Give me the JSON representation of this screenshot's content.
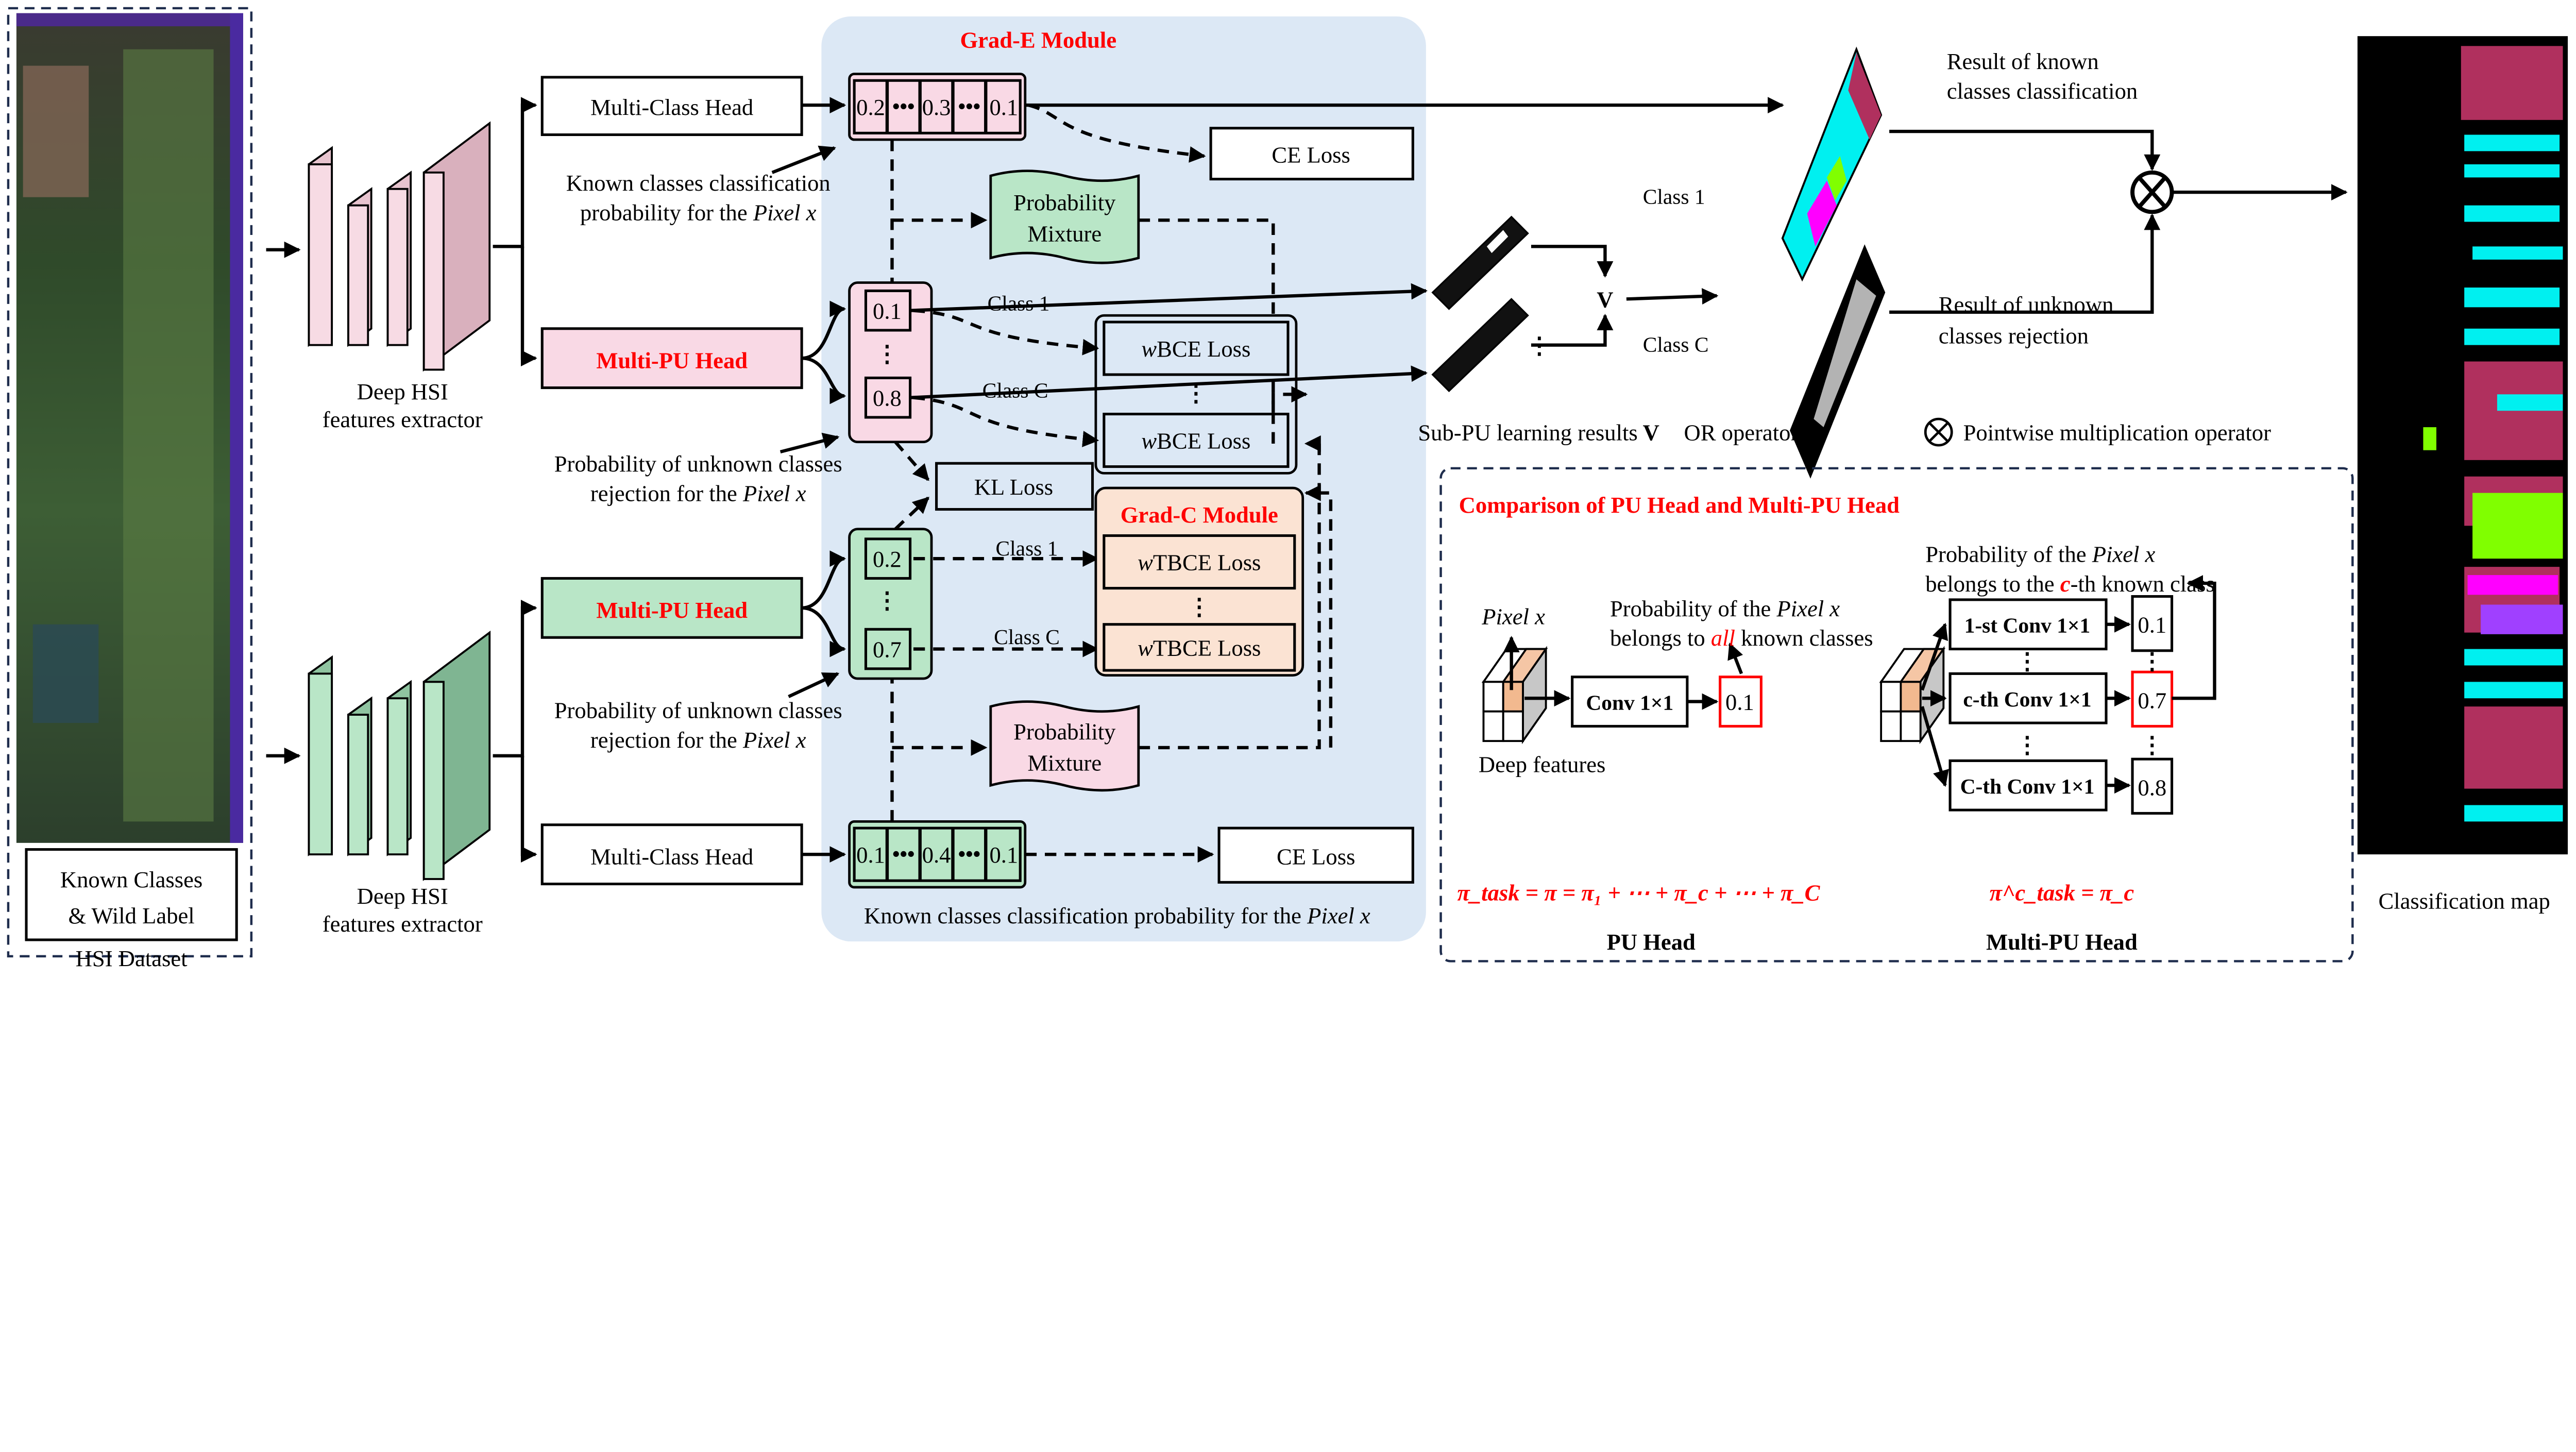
{
  "colors": {
    "panel_blue": "#dce8f5",
    "pink": "#f9d9e5",
    "green": "#b9e6c7",
    "orange": "#fbe3d3",
    "red": "#ff0000",
    "map_maroon": "#b0305e",
    "map_cyan": "#00f0f0",
    "map_lime": "#80ff00",
    "map_magenta": "#ff00ff"
  },
  "dataset": {
    "label_line1": "Known Classes",
    "label_line2": "& Wild Label",
    "caption": "HSI Dataset"
  },
  "extractor_top": {
    "line1": "Deep HSI",
    "line2": "features extractor"
  },
  "extractor_bottom": {
    "line1": "Deep HSI",
    "line2": "features extractor"
  },
  "heads": {
    "top_multiclass": "Multi-Class Head",
    "top_multipu": "Multi-PU Head",
    "bottom_multipu": "Multi-PU Head",
    "bottom_multiclass": "Multi-Class Head"
  },
  "grad_e": {
    "title": "Grad-E Module"
  },
  "grad_c": {
    "title": "Grad-C Module"
  },
  "top_vector": [
    "0.2",
    "•••",
    "0.3",
    "•••",
    "0.1"
  ],
  "bottom_vector": [
    "0.1",
    "•••",
    "0.4",
    "•••",
    "0.1"
  ],
  "top_pu": [
    "0.1",
    "0.8"
  ],
  "bottom_pu": [
    "0.2",
    "0.7"
  ],
  "losses": {
    "ce_top": "CE Loss",
    "ce_bottom": "CE Loss",
    "kl": "KL Loss",
    "wbce_prefix": "w",
    "wbce": "BCE Loss",
    "wtbce_prefix": "w",
    "wtbce": "TBCE Loss"
  },
  "mixture": {
    "line1": "Probability",
    "line2": "Mixture"
  },
  "labels": {
    "class1": "Class 1",
    "classC": "Class C",
    "known_prob_line1": "Known classes classification",
    "known_prob_line2": "probability for the ",
    "pixel_x": "Pixel x",
    "unknown_prob_line1": "Probability of unknown classes",
    "unknown_prob_line2": "rejection for the ",
    "bottom_caption": "Known classes classification probability for the ",
    "sub_pu": "Sub-PU learning results",
    "or_symbol": "V",
    "or_operator": "OR operator",
    "pointwise": "Pointwise multiplication operator",
    "known_result_line1": "Result of known",
    "known_result_line2": "classes classification",
    "unknown_result_line1": "Result of  unknown",
    "unknown_result_line2": "classes rejection",
    "classification_map": "Classification map"
  },
  "comparison": {
    "title": "Comparison of PU Head and Multi-PU Head",
    "pixel_x": "Pixel x",
    "deep_features": "Deep features",
    "conv": "Conv 1×1",
    "pu_value": "0.1",
    "pu_desc_line1_a": "Probability  of  the  ",
    "pu_desc_line1_b": "Pixel  x",
    "pu_desc_line2_a": "belongs to ",
    "pu_desc_line2_b": "all",
    "pu_desc_line2_c": " known classes",
    "multi_desc_line1_a": "Probability of the ",
    "multi_desc_line1_b": "Pixel x",
    "multi_desc_line2_a": "belongs to the ",
    "multi_desc_line2_b": "c",
    "multi_desc_line2_c": "-th known class",
    "convs": [
      "1-st Conv 1×1",
      "c-th Conv 1×1",
      "C-th Conv 1×1"
    ],
    "multi_values": [
      "0.1",
      "0.7",
      "0.8"
    ],
    "pu_formula": "π_task = π = π₁ + ⋯ + π_c + ⋯ + π_C",
    "multi_formula": "π^c_task = π_c",
    "pu_head": "PU Head",
    "multi_pu_head": "Multi-PU Head"
  },
  "icons": {
    "or": "logical-or-icon",
    "otimes": "circled-times-icon"
  }
}
